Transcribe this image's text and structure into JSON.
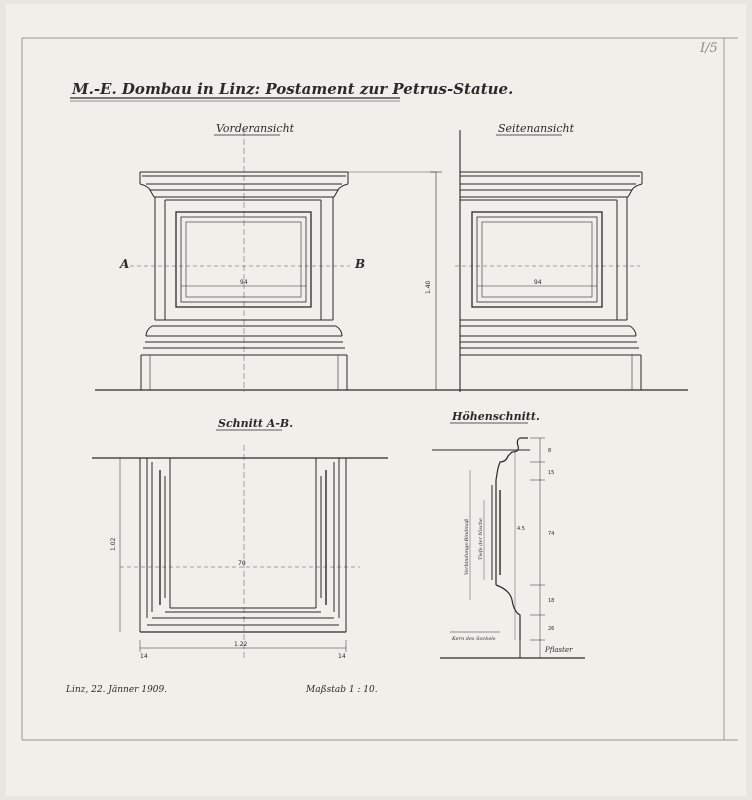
{
  "title": "M.-E. Dombau in Linz: Postament zur Petrus-Statue.",
  "sheet_number": "I/5",
  "views": {
    "front": {
      "label": "Vorderansicht",
      "section_mark_left": "A",
      "section_mark_right": "B",
      "dim_width": "94",
      "dim_height": "1.40"
    },
    "side": {
      "label": "Seitenansicht",
      "dim_width": "94"
    },
    "section": {
      "label": "Schnitt A-B.",
      "dim_depth": "1.02",
      "dim_inner": "70",
      "dim_total": "1.22",
      "dim_left": "14",
      "dim_right": "14"
    },
    "profile": {
      "label": "Höhenschnitt.",
      "note_upper": "Verbindungs-Bindmaß",
      "note_middle": "Tiefe der Nische",
      "note_lower": "Kern des Sockels",
      "note_floor": "Pflaster",
      "dims": [
        "8",
        "15",
        "4.5",
        "74",
        "18",
        "26"
      ]
    }
  },
  "footer": {
    "place_date": "Linz, 22. Jänner 1909.",
    "scale": "Maßstab 1 : 10."
  },
  "colors": {
    "paper": "#f1efea",
    "ink": "#2b2a28",
    "border": "#9a9792"
  }
}
